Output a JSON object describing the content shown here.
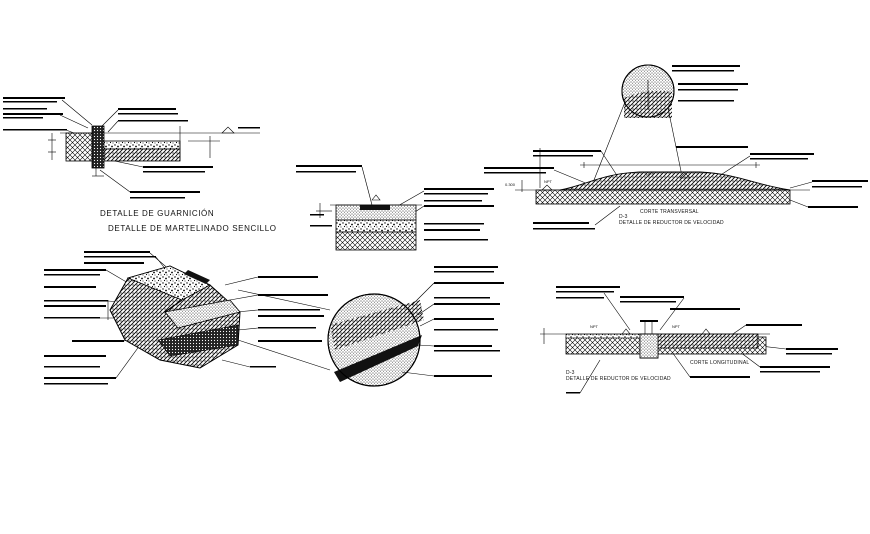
{
  "drawing": {
    "titles": {
      "guarnicion": "DETALLE DE GUARNICIÓN",
      "martelinado": "DETALLE DE MARTELINADO SENCILLO"
    },
    "transversal": {
      "section": "CORTE TRANSVERSAL",
      "code": "D-3",
      "name": "DETALLE DE REDUCTOR DE VELOCIDAD",
      "dim": "0.300",
      "level": "NPT"
    },
    "longitudinal": {
      "section": "CORTE LONGITUDINAL",
      "code": "D-3",
      "name": "DETALLE DE REDUCTOR DE VELOCIDAD",
      "level_left": "NPT",
      "level_right": "NPT"
    },
    "colors": {
      "ink": "#000000",
      "paper": "#ffffff"
    }
  }
}
